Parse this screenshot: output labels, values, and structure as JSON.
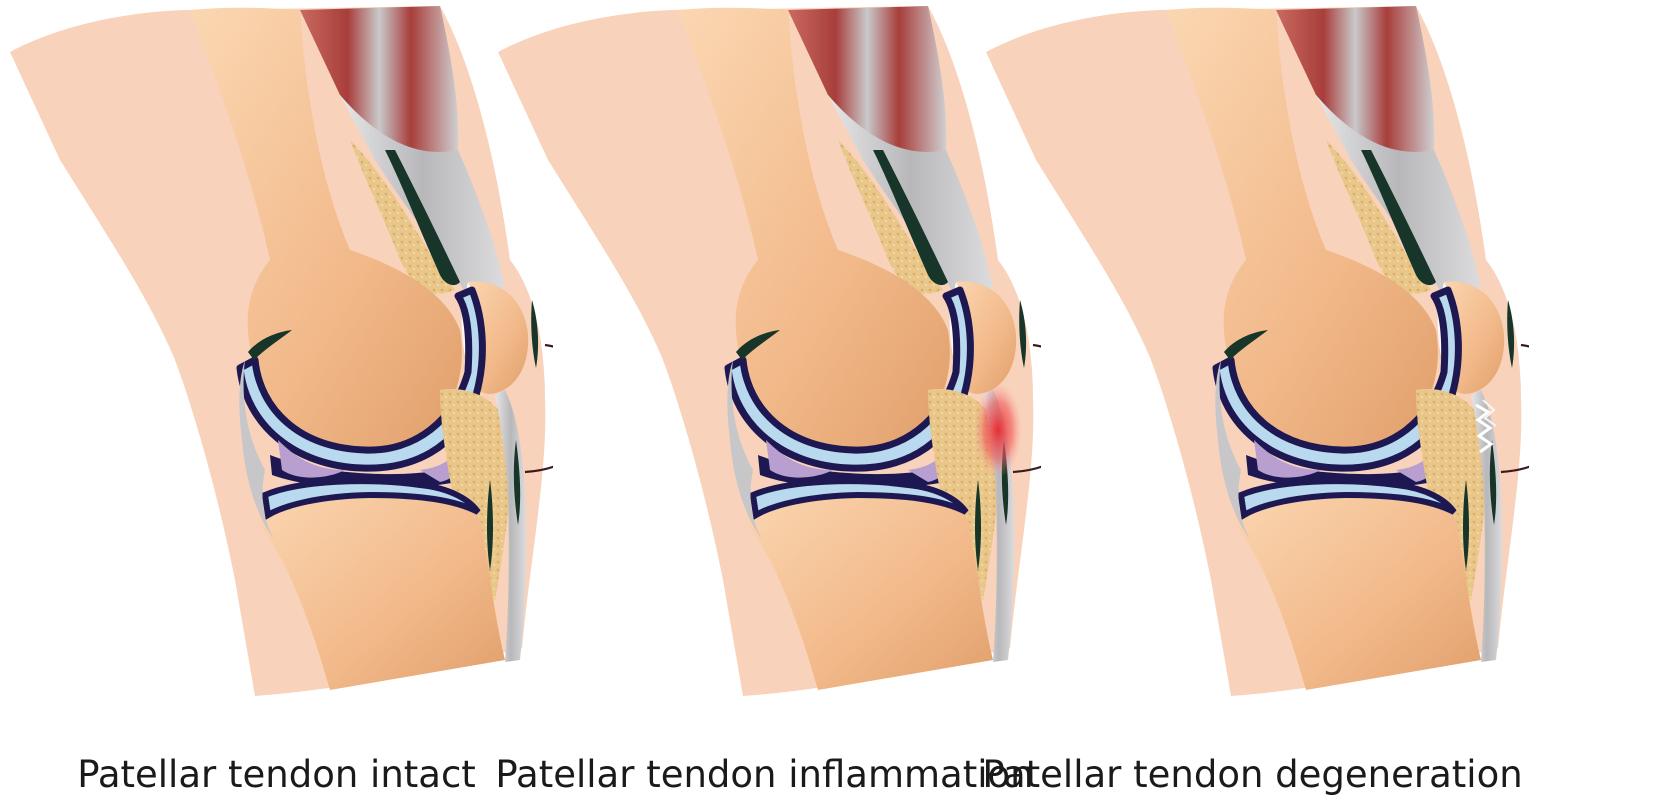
{
  "panels": [
    {
      "caption": "Patellar tendon intact",
      "state": "intact"
    },
    {
      "caption": "Patellar tendon inflammation",
      "state": "inflammation"
    },
    {
      "caption": "Patellar tendon degeneration",
      "state": "degeneration"
    }
  ],
  "colors": {
    "skin": "#f9d2bb",
    "bone": "#f2b98a",
    "muscle": "#b0413e",
    "tendon": "#c7c7c9",
    "fat": "#e9c68a",
    "cartilage": "#b9d9ef",
    "joint_outline": "#1d1852",
    "meniscus": "#b89fcf",
    "bursa": "#173528",
    "inflammation": "#e8262d"
  }
}
